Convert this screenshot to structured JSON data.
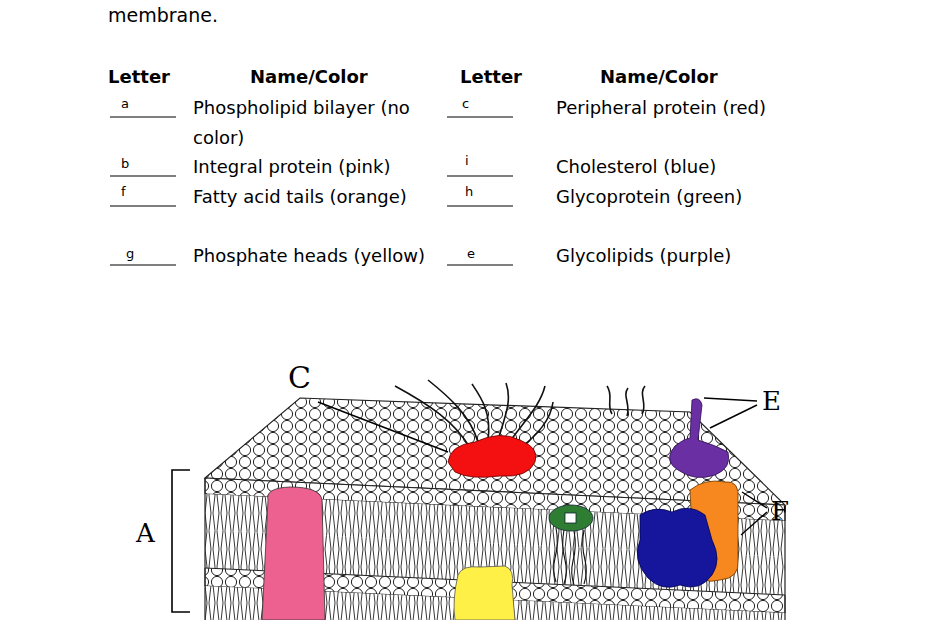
{
  "diagram": {
    "labels": [
      "membrane.",
      "Letter",
      "Name/Color",
      "Letter",
      "Name/Color",
      "a",
      "Phospholipid bilayer (no color)",
      "c",
      "Peripheral protein (red)",
      "b",
      "Integral protein (pink)",
      "i",
      "Cholesterol (blue)",
      "f",
      "Fatty acid tails (orange)",
      "h",
      "Glycoprotein (green)",
      "g",
      "Phosphate heads (yellow)",
      "e",
      "Glycolipids (purple)",
      "C",
      "E",
      "F",
      "A"
    ]
  }
}
